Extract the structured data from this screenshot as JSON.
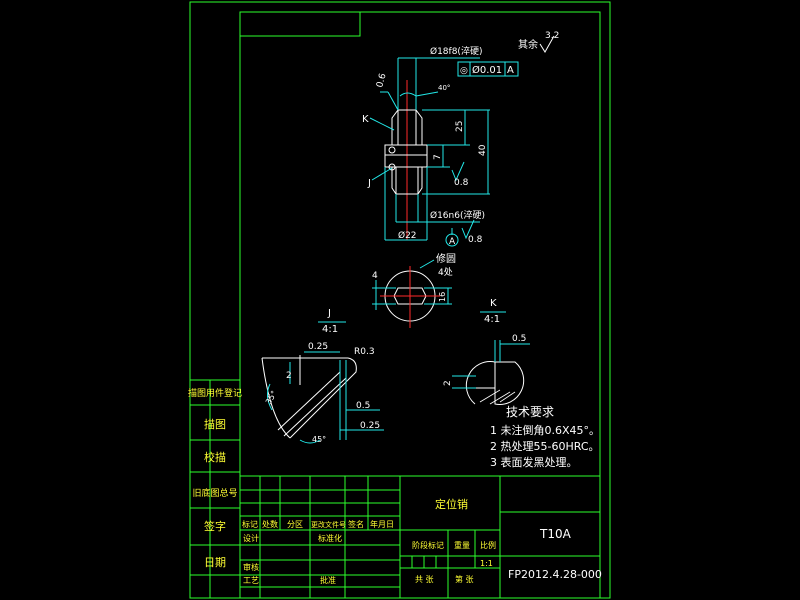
{
  "colors": {
    "frame": "#2dff2d",
    "dim": "#22e8e8",
    "part": "#ffffff",
    "center": "#ff2a2a",
    "text_yellow": "#ffff33",
    "background": "#000000"
  },
  "top_dims": {
    "dia18": "Ø18f8(淬硬)",
    "tol_frame_sym": "◎",
    "tol_frame_val": "Ø0.01",
    "tol_frame_ref": "A",
    "roughness_rest": "其余",
    "roughness_rest_val": "3.2",
    "chamfer": "0.6",
    "angle": "40°",
    "len25": "25",
    "len40": "40",
    "len7": "7",
    "rough08_a": "0.8",
    "dia16": "Ø16n6(淬硬)",
    "dia22": "Ø22",
    "datum_a": "A",
    "rough08_b": "0.8",
    "label_k": "K",
    "label_j": "J"
  },
  "section_view": {
    "label_repair": "修圆",
    "label_count": "4处",
    "dim4": "4",
    "dim16": "16"
  },
  "detail_j": {
    "title": "J",
    "scale": "4:1",
    "dim025_top": "0.25",
    "r03": "R0.3",
    "dim2": "2",
    "angle35": "35°",
    "dim05": "0.5",
    "dim025_bottom": "0.25",
    "angle45": "45°"
  },
  "detail_k": {
    "title": "K",
    "scale": "4:1",
    "dim05": "0.5",
    "dim2": "2"
  },
  "tech_req": {
    "title": "技术要求",
    "items": [
      "1  未注倒角0.6X45°。",
      "2  热处理55-60HRC。",
      "3  表面发黑处理。"
    ]
  },
  "side_labels": [
    "描图用件登记",
    "描图",
    "校描",
    "旧底图总号",
    "签字",
    "日期"
  ],
  "title_block": {
    "part_name": "定位销",
    "material": "T10A",
    "drawing_no": "FP2012.4.28-000",
    "header_cols": [
      "标记",
      "处数",
      "分区",
      "更改文件号",
      "签名",
      "年月日"
    ],
    "row_design": "设计",
    "row_standard": "标准化",
    "row_check": "审核",
    "row_process": "工艺",
    "row_approve": "批准",
    "stage_mark": "阶段标记",
    "weight": "重量",
    "ratio": "比例",
    "ratio_val": "1:1",
    "sheets_total": "共   张",
    "sheet_no": "第   张"
  }
}
